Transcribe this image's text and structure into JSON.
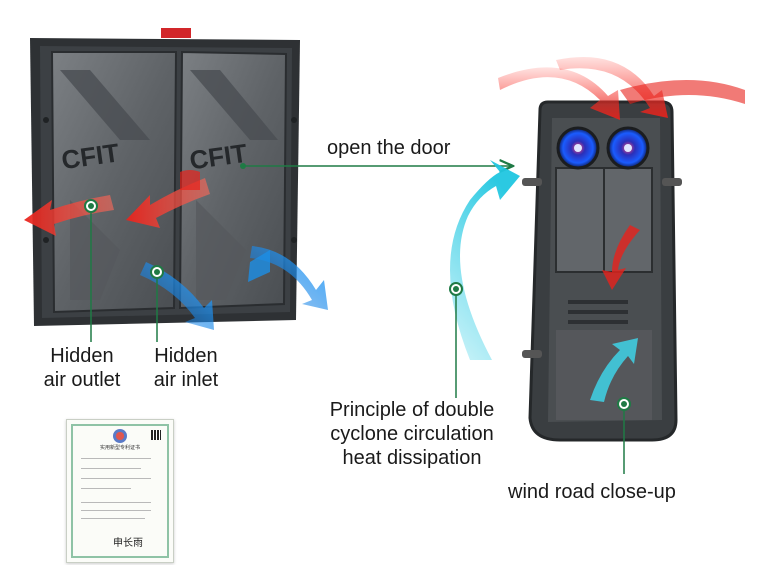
{
  "labels": {
    "open_door": "open the door",
    "hidden_outlet": [
      "Hidden",
      "air outlet"
    ],
    "hidden_inlet": [
      "Hidden",
      "air inlet"
    ],
    "principle": [
      "Principle of double",
      "cyclone circulation",
      "heat dissipation"
    ],
    "wind_road": "wind road close-up"
  },
  "cabinet": {
    "logo": "CFIT"
  },
  "certificate": {
    "title": "实用新型专利证书",
    "signature": "申长雨"
  },
  "colors": {
    "connector": "#1f7a45",
    "hot_air": "#e8221b",
    "cool_air": "#1c8fe6",
    "cyan_air": "#3fd2e8",
    "cabinet_dark": "#3e4245",
    "cabinet_panel": "#6e7276"
  },
  "icons": [
    "hot-air-arrow",
    "cool-air-arrow",
    "cyclone-fan",
    "connector-dot"
  ]
}
